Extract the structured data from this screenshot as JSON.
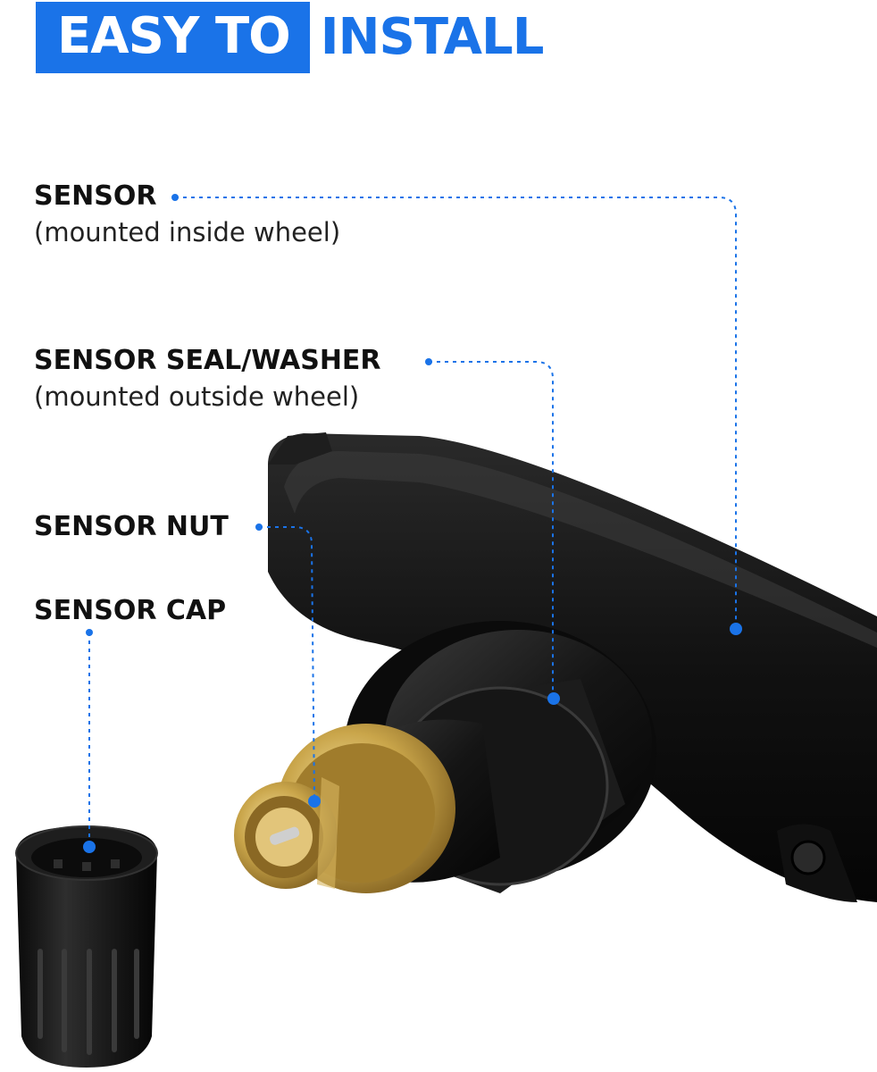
{
  "header": {
    "highlight": "EASY TO",
    "rest": "INSTALL"
  },
  "callouts": [
    {
      "title": "SENSOR",
      "subtitle": "(mounted inside wheel)"
    },
    {
      "title": "SENSOR SEAL/WASHER",
      "subtitle": "(mounted outside wheel)"
    },
    {
      "title": "SENSOR NUT"
    },
    {
      "title": "SENSOR CAP"
    }
  ],
  "colors": {
    "accent": "#1a73e8",
    "product_body": "#141414",
    "brass": "#c9a54a"
  }
}
